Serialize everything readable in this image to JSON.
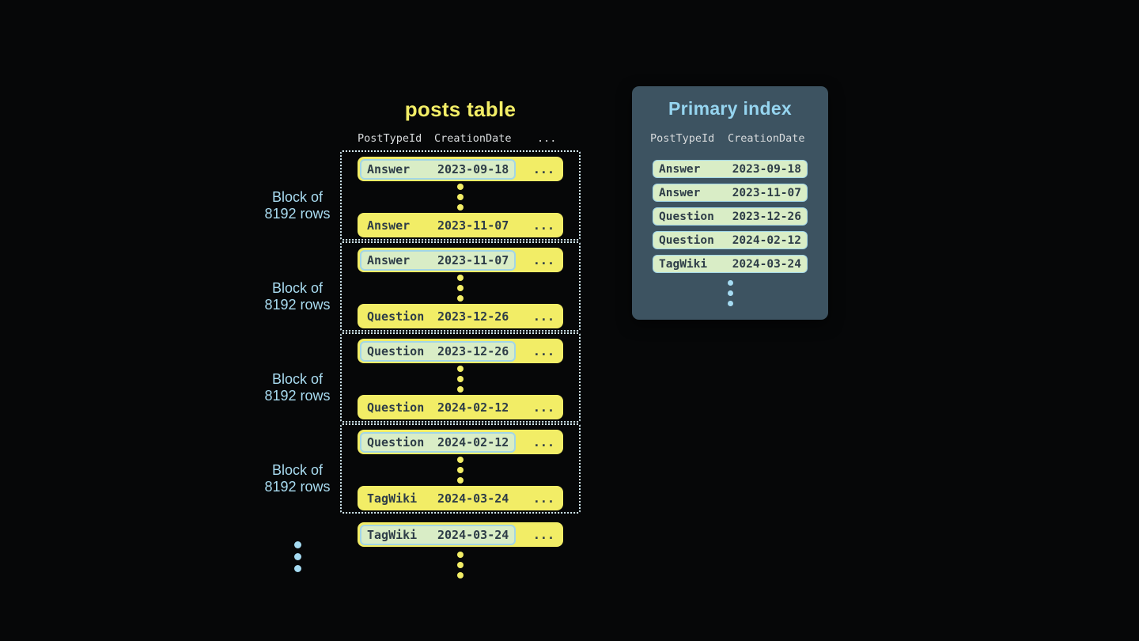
{
  "posts_table": {
    "title": "posts table",
    "headers": [
      "PostTypeId",
      "CreationDate",
      "..."
    ],
    "row_ellipsis": "...",
    "block_label": [
      "Block of",
      "8192 rows"
    ],
    "blocks": [
      {
        "first_row": {
          "type": "Answer",
          "date": "2023-09-18"
        },
        "last_row": {
          "type": "Answer",
          "date": "2023-11-07"
        }
      },
      {
        "first_row": {
          "type": "Answer",
          "date": "2023-11-07"
        },
        "last_row": {
          "type": "Question",
          "date": "2023-12-26"
        }
      },
      {
        "first_row": {
          "type": "Question",
          "date": "2023-12-26"
        },
        "last_row": {
          "type": "Question",
          "date": "2024-02-12"
        }
      },
      {
        "first_row": {
          "type": "Question",
          "date": "2024-02-12"
        },
        "last_row": {
          "type": "TagWiki",
          "date": "2024-03-24"
        }
      }
    ],
    "trailing_row": {
      "type": "TagWiki",
      "date": "2024-03-24"
    }
  },
  "primary_index": {
    "title": "Primary index",
    "headers": [
      "PostTypeId",
      "CreationDate"
    ],
    "rows": [
      {
        "type": "Answer",
        "date": "2023-09-18"
      },
      {
        "type": "Answer",
        "date": "2023-11-07"
      },
      {
        "type": "Question",
        "date": "2023-12-26"
      },
      {
        "type": "Question",
        "date": "2024-02-12"
      },
      {
        "type": "TagWiki",
        "date": "2024-03-24"
      }
    ]
  },
  "colors": {
    "background": "#060708",
    "row_yellow": "#f2ed66",
    "row_text": "#2e3d48",
    "highlight_mint": "#d9edc6",
    "highlight_border": "#a2d6e7",
    "panel_background": "#3d5361",
    "accent_light_blue": "#a5dbf2",
    "header_gray": "#d9dcde",
    "block_dotted_border": "#d5ecf4"
  }
}
